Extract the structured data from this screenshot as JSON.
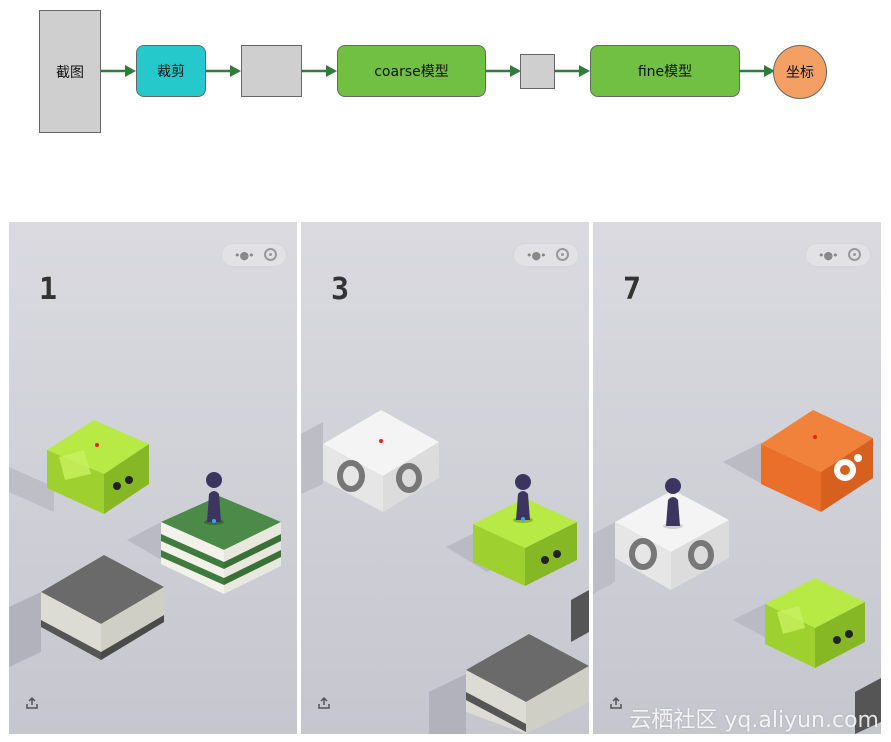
{
  "flow": {
    "screenshot_label": "截图",
    "crop_label": "裁剪",
    "coarse_label": "coarse模型",
    "fine_label": "fine模型",
    "coords_label": "坐标"
  },
  "colors": {
    "gray_box": "#cfcfcf",
    "crop": "#26c9cb",
    "model": "#72c043",
    "coords": "#f4a065",
    "arrow": "#2e7d3a"
  },
  "panels": [
    {
      "score": "1"
    },
    {
      "score": "3"
    },
    {
      "score": "7"
    }
  ],
  "watermark": "云栖社区 yq.aliyun.com"
}
